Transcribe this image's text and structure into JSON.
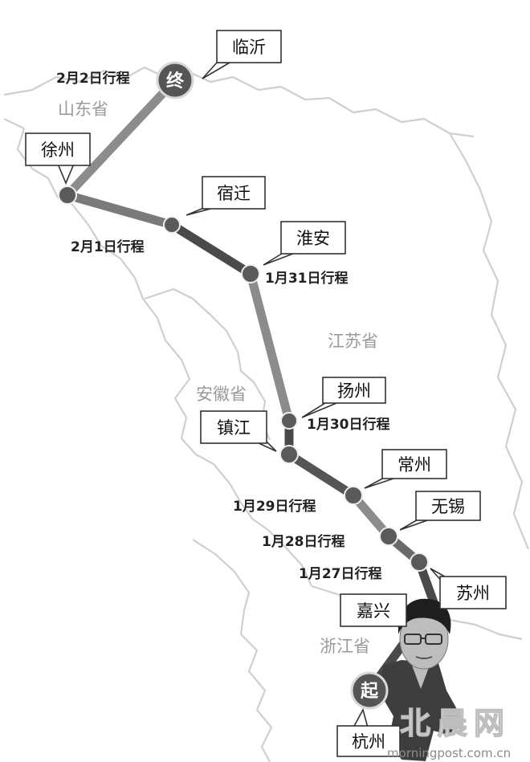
{
  "provinces": [
    {
      "id": "shandong",
      "label": "山东省"
    },
    {
      "id": "jiangsu",
      "label": "江苏省"
    },
    {
      "id": "anhui",
      "label": "安徽省"
    },
    {
      "id": "zhejiang",
      "label": "浙江省"
    }
  ],
  "cities": [
    {
      "id": "linyi",
      "label": "临沂"
    },
    {
      "id": "xuzhou",
      "label": "徐州"
    },
    {
      "id": "suqian",
      "label": "宿迁"
    },
    {
      "id": "huaian",
      "label": "淮安"
    },
    {
      "id": "yangzhou",
      "label": "扬州"
    },
    {
      "id": "zhenjiang",
      "label": "镇江"
    },
    {
      "id": "changzhou",
      "label": "常州"
    },
    {
      "id": "wuxi",
      "label": "无锡"
    },
    {
      "id": "suzhou",
      "label": "苏州"
    },
    {
      "id": "jiaxing",
      "label": "嘉兴"
    },
    {
      "id": "hangzhou",
      "label": "杭州"
    }
  ],
  "itinerary_labels": [
    {
      "id": "feb2",
      "label": "2月2日行程"
    },
    {
      "id": "feb1",
      "label": "2月1日行程"
    },
    {
      "id": "jan31",
      "label": "1月31日行程"
    },
    {
      "id": "jan30",
      "label": "1月30日行程"
    },
    {
      "id": "jan29",
      "label": "1月29日行程"
    },
    {
      "id": "jan28",
      "label": "1月28日行程"
    },
    {
      "id": "jan27",
      "label": "1月27日行程"
    }
  ],
  "endpoints": {
    "start": "起",
    "end": "终"
  },
  "watermark": {
    "chinese": "北晨网",
    "url": "morningpost.com.cn"
  },
  "colors": {
    "route_light": "#8c8c8c",
    "route_dark": "#4a4a4a",
    "node": "#5a5a5a",
    "endpoint": "#555555",
    "border": "#c8c8c8"
  }
}
